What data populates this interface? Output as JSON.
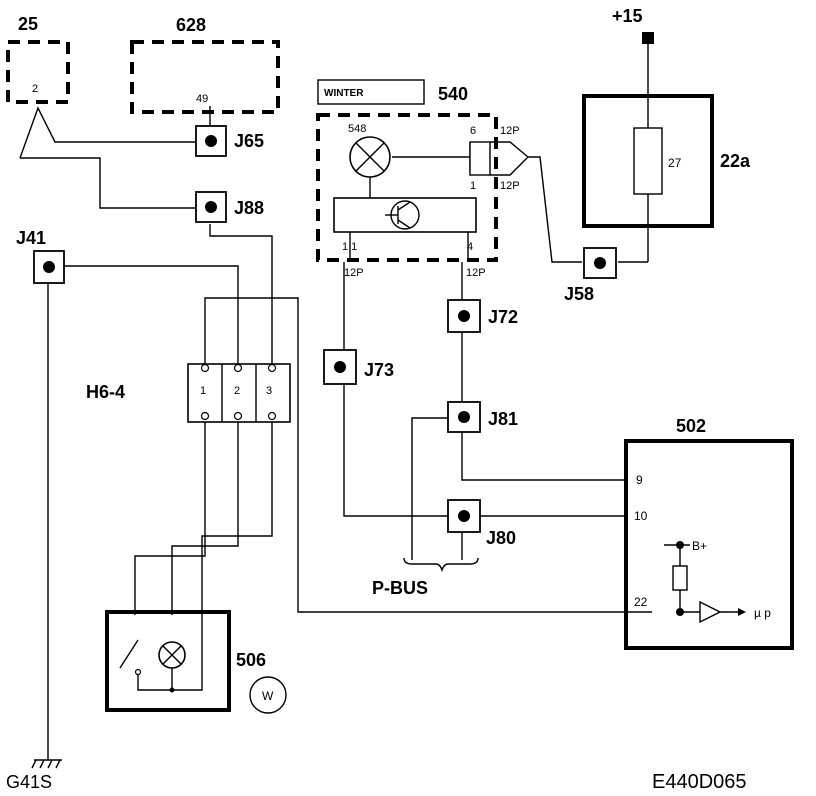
{
  "labels": {
    "c25": "25",
    "c25_pin": "2",
    "c628": "628",
    "c628_pin": "49",
    "winter": "WINTER",
    "c540": "540",
    "c548": "548",
    "p6": "6",
    "p1": "1",
    "p12p_a": "12P",
    "p12p_b": "12P",
    "p11": "1 1",
    "p4": "4",
    "p12p_c": "12P",
    "p12p_d": "12P",
    "plus15": "+15",
    "c27": "27",
    "c22a": "22a",
    "j65": "J65",
    "j88": "J88",
    "j41": "J41",
    "j58": "J58",
    "j72": "J72",
    "j73": "J73",
    "j81": "J81",
    "j80": "J80",
    "h64": "H6-4",
    "h1": "1",
    "h2": "2",
    "h3": "3",
    "c502": "502",
    "p9": "9",
    "p10": "10",
    "p22": "22",
    "bplus": "B+",
    "mup": "µ p",
    "pbus": "P-BUS",
    "c506": "506",
    "wsym": "W",
    "g41s": "G41S",
    "code": "E440D065"
  }
}
